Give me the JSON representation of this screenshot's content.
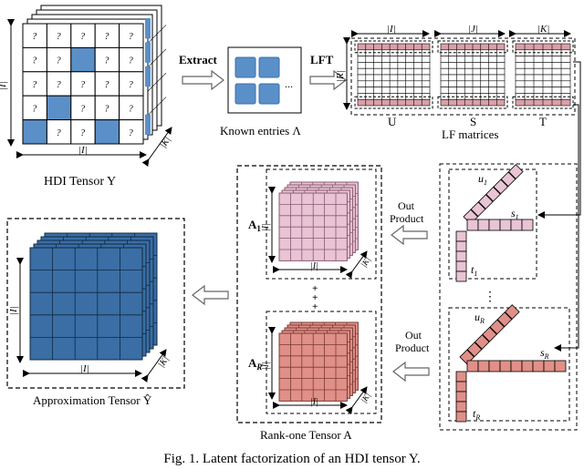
{
  "labels": {
    "hdi_tensor": "HDI Tensor Y",
    "extract": "Extract",
    "known_entries": "Known entries Λ",
    "lft": "LFT",
    "lf_matrices": "LF matrices",
    "u": "U",
    "s": "S",
    "t": "T",
    "out_product": [
      "Out",
      "Product"
    ],
    "rank_one_tensor": "Rank-one Tensor A",
    "approximation_tensor": "Approximation Tensor Ŷ",
    "a1": "A",
    "a1_sub": "1",
    "ar": "A",
    "ar_sub": "R",
    "u1": "u",
    "u1_sub": "1",
    "s1": "s",
    "s1_sub": "1",
    "t1": "t",
    "t1_sub": "1",
    "ur": "u",
    "ur_sub": "R",
    "sr": "s",
    "sr_sub": "R",
    "tr": "t",
    "tr_sub": "R",
    "dim_i": "|I|",
    "dim_j": "|J|",
    "dim_k": "|K|",
    "dim_r": "|R|",
    "question": "?",
    "plus": "+",
    "dots": "...",
    "vdots": "⋮"
  },
  "caption": "Fig. 1.  Latent factorization of an HDI tensor Y.",
  "colors": {
    "known_blue": "#5b8fc7",
    "approx_blue": "#3a6ea5",
    "pink": "#e8c4d4",
    "salmon": "#e09088",
    "lf_pink_row": "#d9a0a8",
    "grid": "#000000"
  }
}
